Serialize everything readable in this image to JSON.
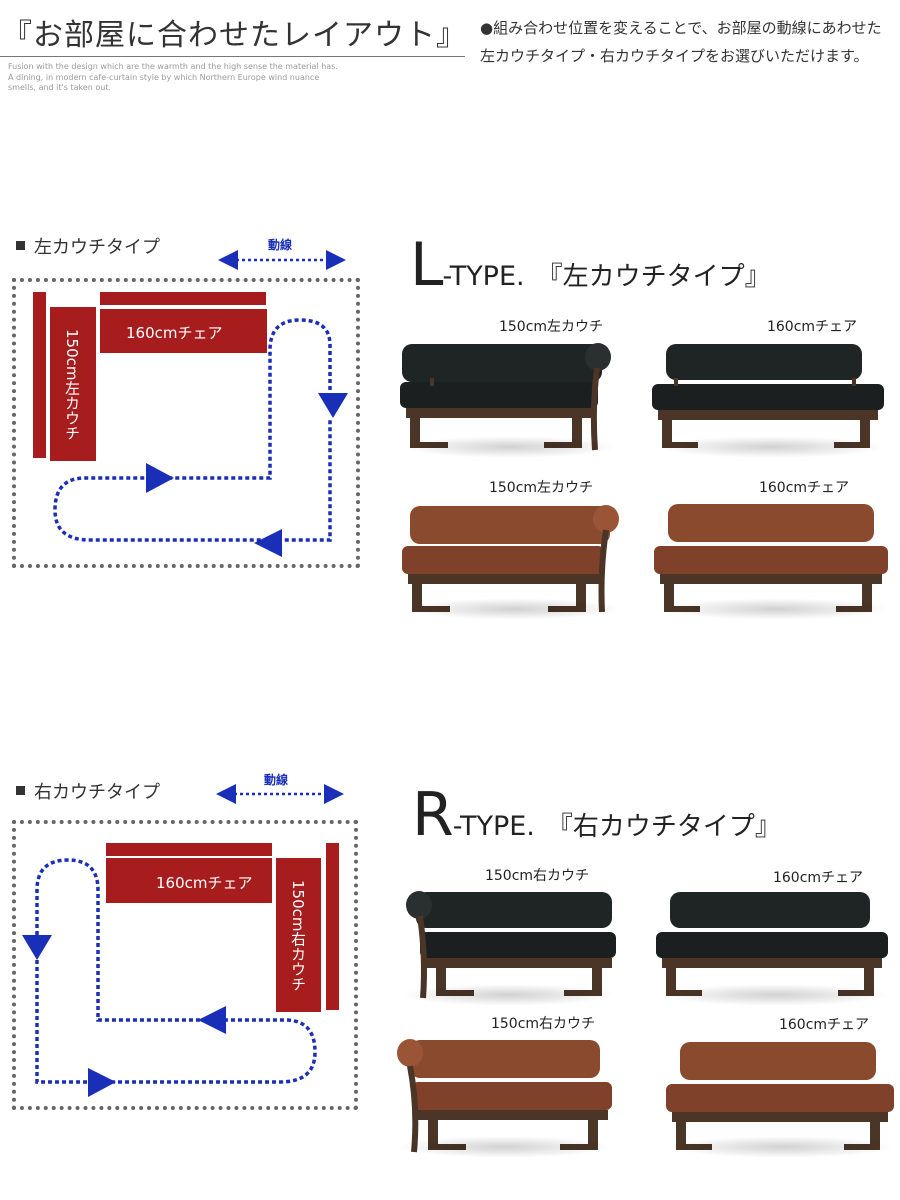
{
  "header": {
    "title": "『お部屋に合わせたレイアウト』",
    "subtext": "Fusion with the design which are the warmth and the high sense the material has. A dining, in modern cafe-curtain style by which Northern Europe wind nuance smells, and it's taken out.",
    "intro": "●組み合わせ位置を変えることで、お部屋の動線にあわせた左カウチタイプ・右カウチタイプをお選びいただけます。"
  },
  "left_section": {
    "label": "左カウチタイプ",
    "flow_label": "動線",
    "chair_label": "160cmチェア",
    "couch_label": "150cm左カウチ",
    "type_big": "L",
    "type_small": "-TYPE.",
    "type_jp": "『左カウチタイプ』",
    "products": [
      {
        "label": "150cm左カウチ",
        "material": "black-leather",
        "variant": "couch-right-arm"
      },
      {
        "label": "160cmチェア",
        "material": "black-leather",
        "variant": "chair"
      },
      {
        "label": "150cm左カウチ",
        "material": "brown-leather",
        "variant": "couch-right-arm"
      },
      {
        "label": "160cmチェア",
        "material": "brown-leather",
        "variant": "chair"
      }
    ]
  },
  "right_section": {
    "label": "右カウチタイプ",
    "flow_label": "動線",
    "chair_label": "160cmチェア",
    "couch_label": "150cm右カウチ",
    "type_big": "R",
    "type_small": "-TYPE.",
    "type_jp": "『右カウチタイプ』",
    "products": [
      {
        "label": "150cm右カウチ",
        "material": "black-leather",
        "variant": "couch-left-arm"
      },
      {
        "label": "160cmチェア",
        "material": "black-leather",
        "variant": "chair"
      },
      {
        "label": "150cm右カウチ",
        "material": "brown-leather",
        "variant": "couch-left-arm"
      },
      {
        "label": "160cmチェア",
        "material": "brown-leather",
        "variant": "chair"
      }
    ]
  },
  "colors": {
    "plan_red": "#a71c1c",
    "flow_blue": "#1a2fb8",
    "black_leather": "#1f2424",
    "brown_leather": "#8a4a2e",
    "wood": "#4a3526"
  }
}
